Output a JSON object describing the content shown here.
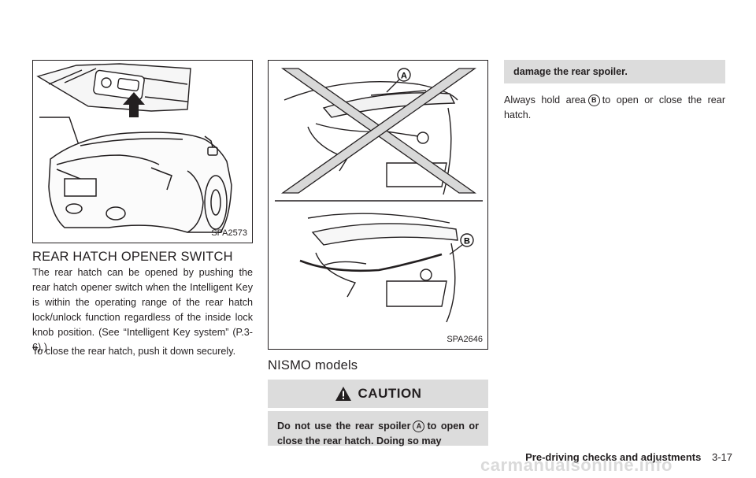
{
  "left": {
    "figure_code": "SPA2573",
    "heading": "REAR HATCH OPENER SWITCH",
    "para1": "The rear hatch can be opened by pushing the rear hatch opener switch when the Intelligent Key is within the operating range of the rear hatch lock/unlock function regardless of the inside lock knob position. (See “Intelligent Key system” (P.3-6).)",
    "para2": "To close the rear hatch, push it down securely."
  },
  "middle": {
    "figure_code": "SPA2646",
    "callout_a": "A",
    "callout_b": "B",
    "heading": "NISMO models",
    "caution_title": "CAUTION",
    "caution_pre": "Do not use the rear spoiler",
    "caution_marker": "A",
    "caution_post": "to open or close the rear hatch. Doing so may"
  },
  "right": {
    "caution_cont": "damage the rear spoiler.",
    "text_pre": "Always hold area",
    "text_marker": "B",
    "text_post": "to open or close the rear hatch."
  },
  "footer": {
    "section": "Pre-driving checks and adjustments",
    "page": "3-17"
  },
  "watermark": "carmanualsonline.info"
}
